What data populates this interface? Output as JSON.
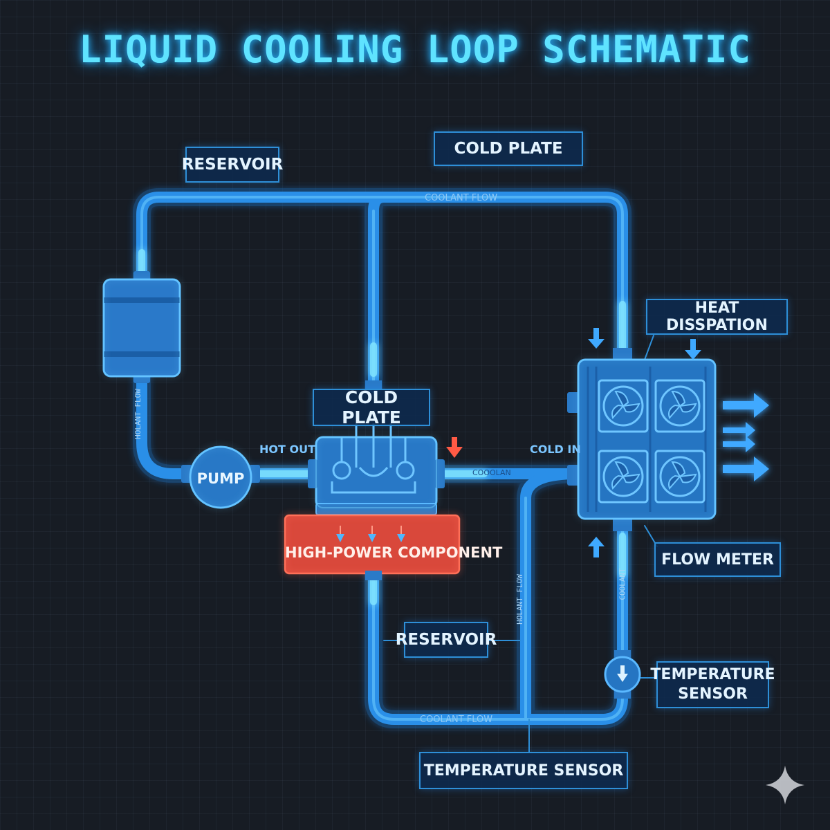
{
  "title": "LIQUID COOLING LOOP SCHEMATIC",
  "labels": {
    "reservoir_top": "RESERVOIR",
    "cold_plate_top": "COLD PLATE",
    "heat_dissipation": "HEAT DISSPATION",
    "cold_plate_center": "COLD PLATE",
    "pump": "PUMP",
    "high_power_component": "HIGH-POWER COMPONENT",
    "flow_meter": "FLOW METER",
    "reservoir_bottom": "RESERVOIR",
    "temperature_sensor_right_line1": "TEMPERATURE",
    "temperature_sensor_right_line2": "SENSOR",
    "temperature_sensor_bottom": "TEMPERATURE SENSOR"
  },
  "pipe_text": {
    "coolant_flow_top": "COOLANT FLOW",
    "hot_out": "HOT OUT",
    "cold_in": "COLD IN",
    "coolant_small": "COOOLAN",
    "coolant_flow_bottom": "COOLANT FLOW",
    "vertical_left": "HOLANT FLOW",
    "vertical_middle": "HOLANT FLOW",
    "vertical_right": "COOLANT"
  },
  "colors": {
    "background": "#171c24",
    "pipe": "#2a8fe8",
    "pipe_glow": "#3fb8ff",
    "label_border": "#2e8fd8",
    "hot_component": "#d9483b",
    "hot_arrow": "#ff5a45",
    "title": "#5fe3ff"
  },
  "icons": [
    "reservoir-tank-icon",
    "pump-icon",
    "cold-plate-icon",
    "radiator-fan-icon",
    "flow-arrow-icon",
    "temperature-sensor-icon",
    "sparkle-icon"
  ]
}
